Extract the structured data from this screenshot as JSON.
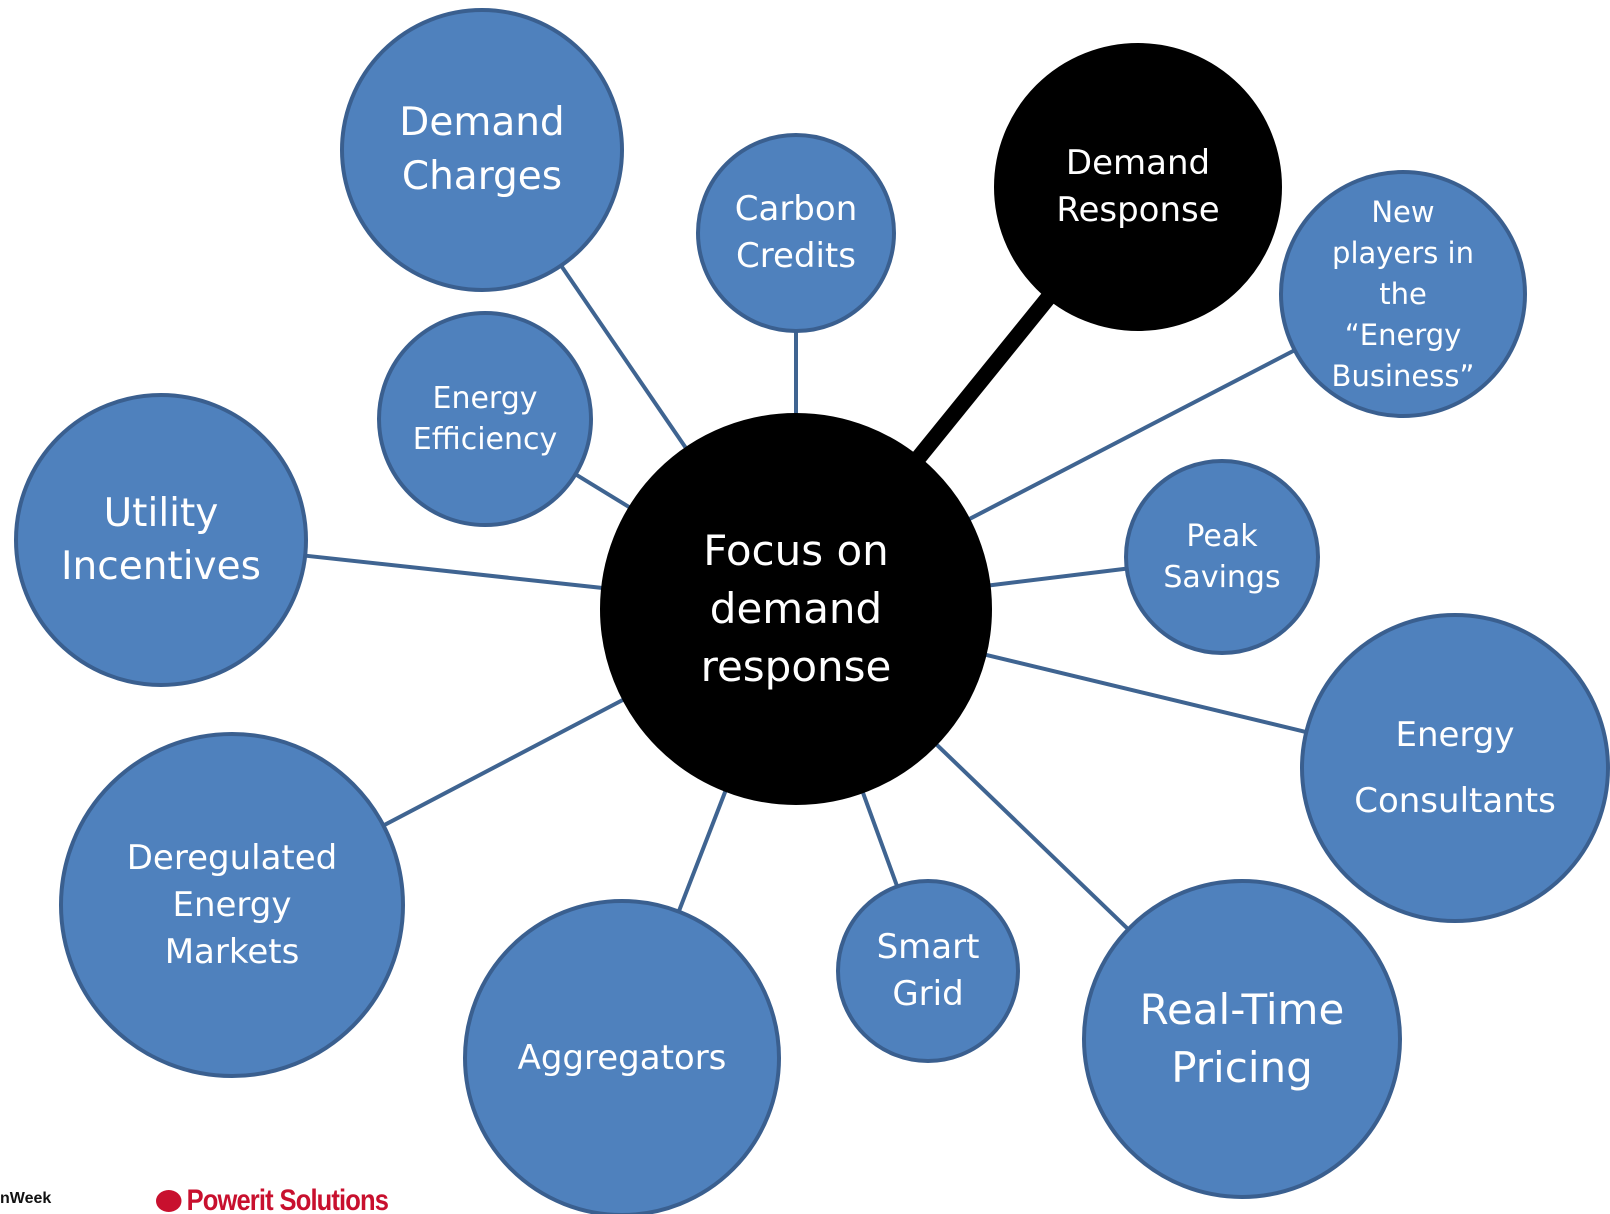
{
  "center": {
    "lines": [
      "Focus on",
      "demand",
      "response"
    ]
  },
  "nodes": [
    {
      "id": "demand-charges",
      "lines": [
        "Demand",
        "Charges"
      ],
      "dark": false
    },
    {
      "id": "carbon-credits",
      "lines": [
        "Carbon",
        "Credits"
      ],
      "dark": false
    },
    {
      "id": "demand-response",
      "lines": [
        "Demand",
        "Response"
      ],
      "dark": true
    },
    {
      "id": "new-players",
      "lines": [
        "New",
        "players in",
        "the",
        "“Energy",
        "Business”"
      ],
      "dark": false
    },
    {
      "id": "energy-efficiency",
      "lines": [
        "Energy",
        "Efficiency"
      ],
      "dark": false
    },
    {
      "id": "utility-incentives",
      "lines": [
        "Utility",
        "Incentives"
      ],
      "dark": false
    },
    {
      "id": "peak-savings",
      "lines": [
        "Peak",
        "Savings"
      ],
      "dark": false
    },
    {
      "id": "energy-consultants",
      "lines": [
        "Energy",
        "Consultants"
      ],
      "dark": false
    },
    {
      "id": "deregulated-markets",
      "lines": [
        "Deregulated",
        "Energy",
        "Markets"
      ],
      "dark": false
    },
    {
      "id": "aggregators",
      "lines": [
        "Aggregators"
      ],
      "dark": false
    },
    {
      "id": "smart-grid",
      "lines": [
        "Smart",
        "Grid"
      ],
      "dark": false
    },
    {
      "id": "real-time-pricing",
      "lines": [
        "Real-Time",
        "Pricing"
      ],
      "dark": false
    }
  ],
  "footer": {
    "left_text": "nWeek",
    "logo_word1": "Powerit",
    "logo_word2": "Solutions"
  },
  "colors": {
    "node_fill": "#4f81bd",
    "node_border": "#3a5f8f",
    "connector": "#3f6491",
    "dark_fill": "#000000",
    "text": "#ffffff",
    "logo_red": "#c8102e"
  }
}
